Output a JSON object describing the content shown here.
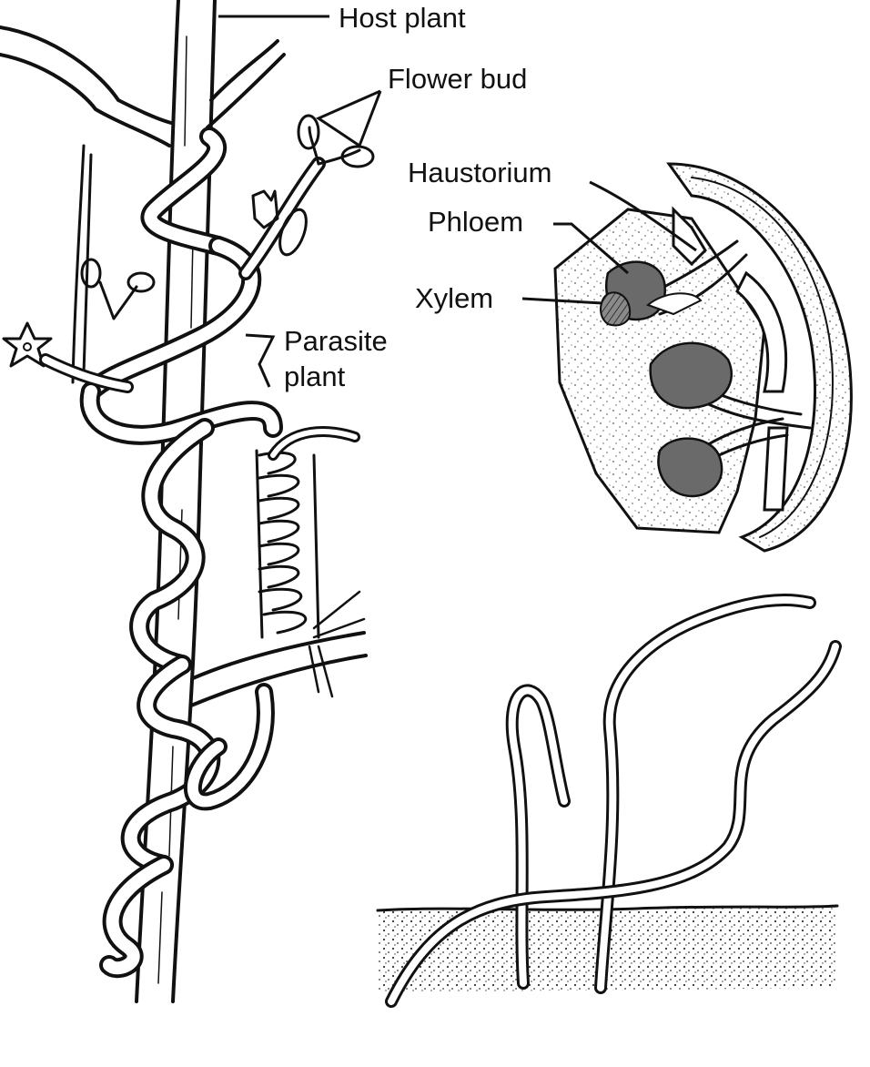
{
  "labels": {
    "host_plant": "Host plant",
    "flower_bud": "Flower bud",
    "haustorium": "Haustorium",
    "phloem": "Phloem",
    "xylem": "Xylem",
    "parasite_line1": "Parasite",
    "parasite_line2": "plant"
  },
  "colors": {
    "ink": "#111111",
    "background": "#ffffff",
    "stipple": "#555555",
    "vascular_tissue": "#6a6a6a"
  }
}
